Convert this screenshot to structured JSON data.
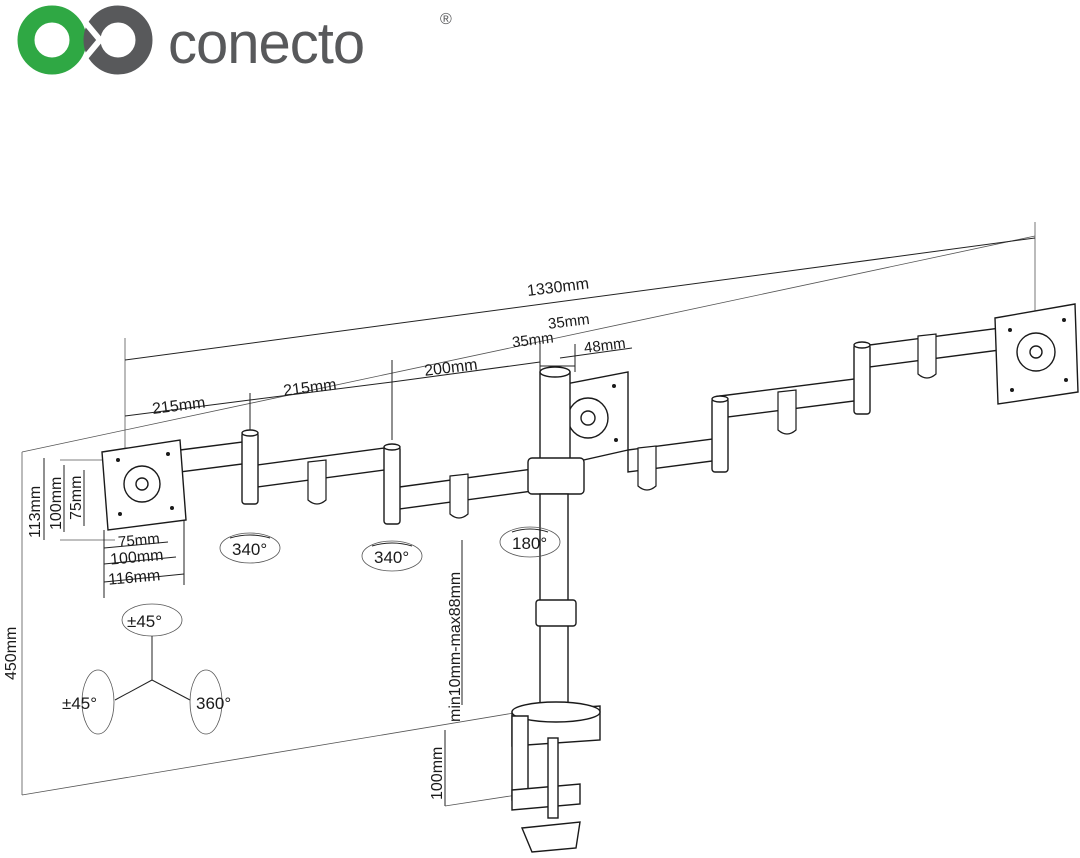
{
  "brand": {
    "name": "conecto",
    "registered": "®",
    "colors": {
      "green": "#2fa844",
      "grey": "#58595b"
    }
  },
  "dimensions": {
    "total_width": "1330mm",
    "arm_1": "215mm",
    "arm_2": "215mm",
    "arm_3": "200mm",
    "pole_a": "35mm",
    "pole_b": "35mm",
    "pole_c": "48mm",
    "vesa_h_113": "113mm",
    "vesa_h_100": "100mm",
    "vesa_h_75": "75mm",
    "vesa_w_75": "75mm",
    "vesa_w_100": "100mm",
    "vesa_w_116": "116mm",
    "pole_height": "450mm",
    "clamp_range": "min10mm-max88mm",
    "clamp_depth": "100mm"
  },
  "rotations": {
    "joint_1": "340°",
    "joint_2": "340°",
    "joint_3": "180°",
    "tilt": "±45°",
    "swivel": "±45°",
    "rotate": "360°"
  }
}
